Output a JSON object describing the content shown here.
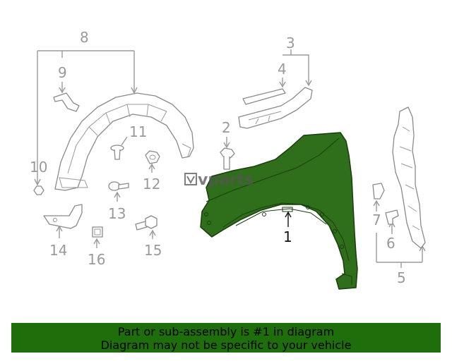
{
  "watermark": "vparts",
  "highlight_color": "#2f6e1a",
  "banner": {
    "color": "#1e6e0b",
    "line1": "Part or sub-assembly is #1 in diagram",
    "line2": "Diagram may not be specific to your vehicle"
  },
  "callouts": {
    "c1": "1",
    "c2": "2",
    "c3": "3",
    "c4": "4",
    "c5": "5",
    "c6": "6",
    "c7": "7",
    "c8": "8",
    "c9": "9",
    "c10": "10",
    "c11": "11",
    "c12": "12",
    "c13": "13",
    "c14": "14",
    "c15": "15",
    "c16": "16"
  }
}
